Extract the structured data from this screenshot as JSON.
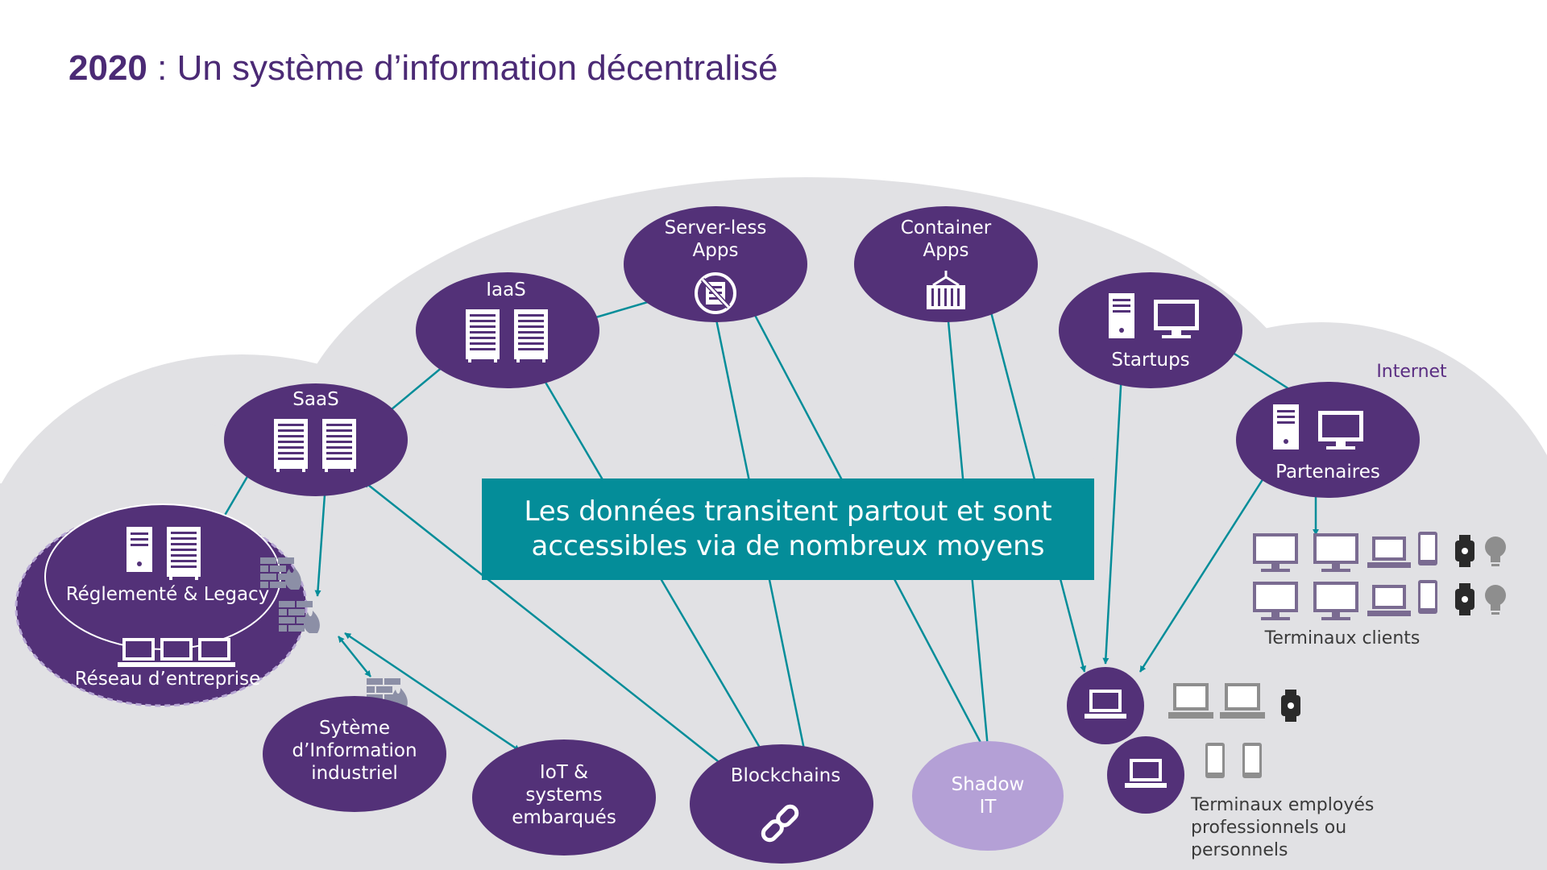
{
  "title": {
    "year": "2020",
    "separator": " : ",
    "text": "Un système d’information décentralisé"
  },
  "cloud_label": "Internet",
  "banner": {
    "line1": "Les données transitent partout et sont",
    "line2": "accessibles via de nombreux moyens"
  },
  "nodes": {
    "serverless": [
      "Server-less",
      "Apps"
    ],
    "container": [
      "Container",
      "Apps"
    ],
    "iaas": "IaaS",
    "saas": "SaaS",
    "startups": "Startups",
    "partenaires": "Partenaires",
    "reglemente": "Réglementé & Legacy",
    "reseau": "Réseau d’entreprise",
    "industriel": [
      "Sytème",
      "d’Information",
      "industriel"
    ],
    "iot": [
      "IoT &",
      "systems",
      "embarqués"
    ],
    "blockchains": "Blockchains",
    "shadow": [
      "Shadow",
      "IT"
    ]
  },
  "terminaux_clients": "Terminaux clients",
  "terminaux_employes": [
    "Terminaux employés",
    "professionnels ou",
    "personnels"
  ],
  "colors": {
    "purple": "#533178",
    "light_purple": "#b4a0d6",
    "teal": "#048d99",
    "cloud": "#e1e1e4",
    "device_gray": "#8e8e8e"
  }
}
